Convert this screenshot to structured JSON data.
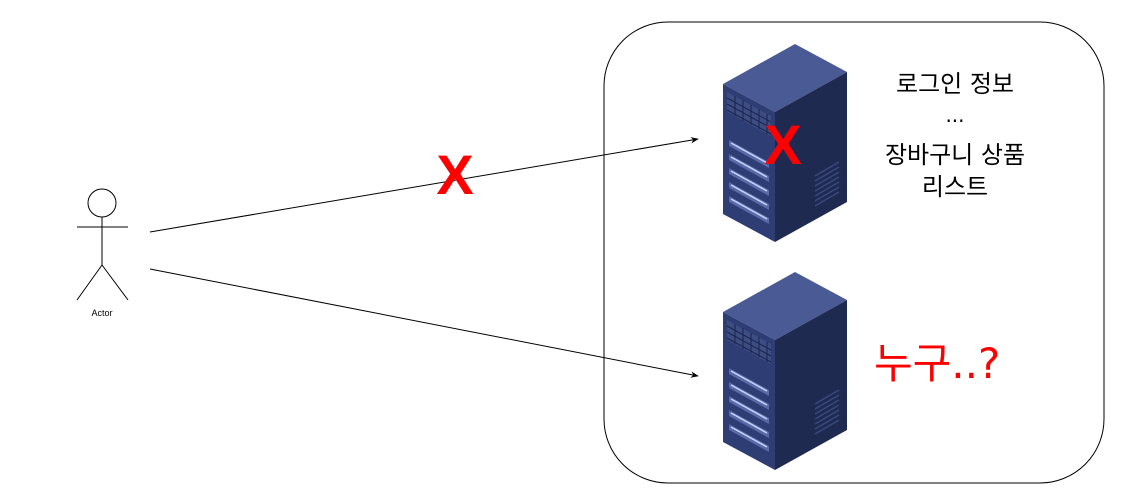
{
  "actor": {
    "label": "Actor"
  },
  "server_top": {
    "info_line1": "로그인 정보",
    "info_line2": "...",
    "info_line3": "장바구니 상품",
    "info_line4": "리스트",
    "blocked_mark": "X"
  },
  "server_bottom": {
    "question": "누구..?"
  },
  "connection_top": {
    "blocked_mark": "X"
  },
  "colors": {
    "mark_red": "#ff0000",
    "server_front": "#2e3d73",
    "server_side": "#243059",
    "server_top": "#4a5a94",
    "stroke": "#000000"
  },
  "icons": {
    "actor": "stick-figure-icon",
    "server": "server-rack-icon",
    "arrow": "arrowhead-icon"
  }
}
